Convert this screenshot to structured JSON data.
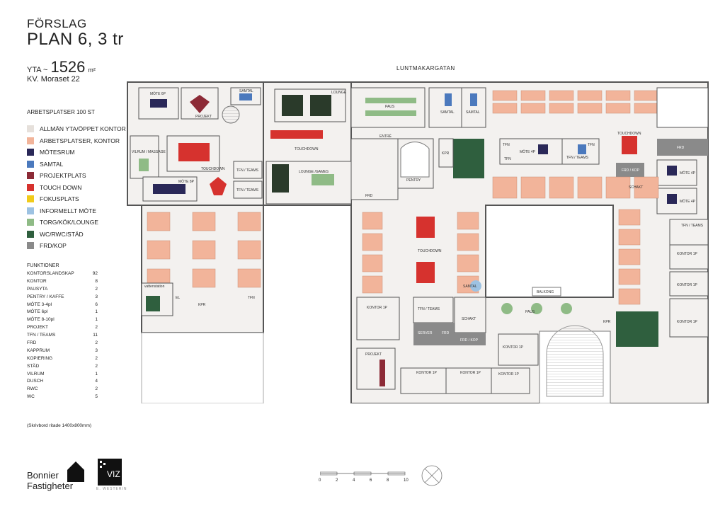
{
  "header": {
    "title_line1": "FÖRSLAG",
    "title_line2": "PLAN 6, 3 tr",
    "area_label": "YTA ~",
    "area_value": "1526",
    "area_unit": "m²",
    "property": "KV. Moraset 22"
  },
  "street_name": "LUNTMAKARGATAN",
  "workplaces_title": "ARBETSPLATSER 100 ST",
  "legend": [
    {
      "label": "ALLMÄN YTA/ÖPPET KONTOR",
      "color": "#e6e0db"
    },
    {
      "label": "ARBETSPLATSER, KONTOR",
      "color": "#f2b49a"
    },
    {
      "label": "MÖTESRUM",
      "color": "#2a2858"
    },
    {
      "label": "SAMTAL",
      "color": "#4b79bd"
    },
    {
      "label": "PROJEKTPLATS",
      "color": "#8c2a36"
    },
    {
      "label": "TOUCH DOWN",
      "color": "#d6322e"
    },
    {
      "label": "FOKUSPLATS",
      "color": "#f1cb1a"
    },
    {
      "label": "INFORMELLT MÖTE",
      "color": "#9dc2e2"
    },
    {
      "label": "TORG/KÖK/LOUNGE",
      "color": "#8fbb86"
    },
    {
      "label": "WC/RWC/STÄD",
      "color": "#2f5f3e"
    },
    {
      "label": "FRD/KOP",
      "color": "#8a8a8a"
    }
  ],
  "functions_title": "FUNKTIONER",
  "functions": [
    {
      "name": "KONTORSLANDSKAP",
      "count": "92"
    },
    {
      "name": "KONTOR",
      "count": "8"
    },
    {
      "name": "PAUSYTA",
      "count": "2"
    },
    {
      "name": "PENTRY / KAFFE",
      "count": "3"
    },
    {
      "name": "MÖTE 3-4pl",
      "count": "6"
    },
    {
      "name": "MÖTE 6pl",
      "count": "1"
    },
    {
      "name": "MÖTE 8-10pl",
      "count": "1"
    },
    {
      "name": "PROJEKT",
      "count": "2"
    },
    {
      "name": "TFN / TEAMS",
      "count": "11"
    },
    {
      "name": "FRD",
      "count": "2"
    },
    {
      "name": "KAPPRUM",
      "count": "3"
    },
    {
      "name": "KOPIERING",
      "count": "2"
    },
    {
      "name": "STÄD",
      "count": "2"
    },
    {
      "name": "VILRUM",
      "count": "1"
    },
    {
      "name": "DUSCH",
      "count": "4"
    },
    {
      "name": "RWC",
      "count": "2"
    },
    {
      "name": "WC",
      "count": "5"
    }
  ],
  "note": "(Skrivbord ritade 1400x800mm)",
  "brand": {
    "company_line1": "Bonnier",
    "company_line2": "Fastigheter",
    "architect_logo": "VIZ",
    "architect_caption": "E. WESTERIN"
  },
  "scale_labels": [
    "0",
    "2",
    "4",
    "6",
    "8",
    "10"
  ],
  "room_labels": {
    "mote6p_a": "MÖTE 6P",
    "projekt_a": "PROJEKT",
    "samtal_a": "SAMTAL",
    "lounge_top": "LOUNGE",
    "paus_top": "PAUS",
    "samtal_b": "SAMTAL",
    "samtal_c": "SAMTAL",
    "touchdown_right": "TOUCHDOWN",
    "vilrum": "VILRUM / MASSAGE",
    "touchdown_left": "TOUCHDOWN",
    "touchdown_mid": "TOUCHDOWN",
    "entre": "ENTRÉ",
    "lounge_games": "LOUNGE /GAMES",
    "frd_mid": "FRD",
    "pentry": "PENTRY",
    "mote8p": "MÖTE 8P",
    "tfn_teams_a": "TFN / TEAMS",
    "tfn_teams_b": "TFN / TEAMS",
    "tfn_teams_c": "TFN / TEAMS",
    "tfn_teams_d": "TFN / TEAMS",
    "tfn_teams_e": "TFN / TEAMS",
    "tfn_a": "TFN",
    "tfn_b": "TFN",
    "tfn_c": "TFN",
    "tfn_d": "TFN",
    "mote4p_a": "MÖTE 4P",
    "mote4p_b": "MÖTE 4P",
    "mote4p_c": "MÖTE 4P",
    "frd_right": "FRD",
    "frd_kop": "FRD / KOP",
    "schakt_a": "SCHAKT",
    "schakt_b": "SCHAKT",
    "kontor_a": "KONTOR 1P",
    "kontor_b": "KONTOR 1P",
    "kontor_c": "KONTOR 1P",
    "kontor_d": "KONTOR 1P",
    "kontor_e": "KONTOR 1P",
    "kontor_f": "KONTOR 1P",
    "kontor_g": "KONTOR 1P",
    "kontor_h": "KONTOR 1P",
    "samtal_d": "SAMTAL",
    "touchdown_center": "TOUCHDOWN",
    "paus_bottom": "PAUS",
    "balkong": "BALKONG",
    "server": "SERVER",
    "frd_bottom": "FRD",
    "frd_kop_b": "FRD / KOP",
    "projekt_b": "PROJEKT",
    "kpr_a": "KPR",
    "kpr_b": "KPR",
    "kpr_c": "KPR",
    "el": "EL",
    "vattenstation": "vattenstation"
  }
}
